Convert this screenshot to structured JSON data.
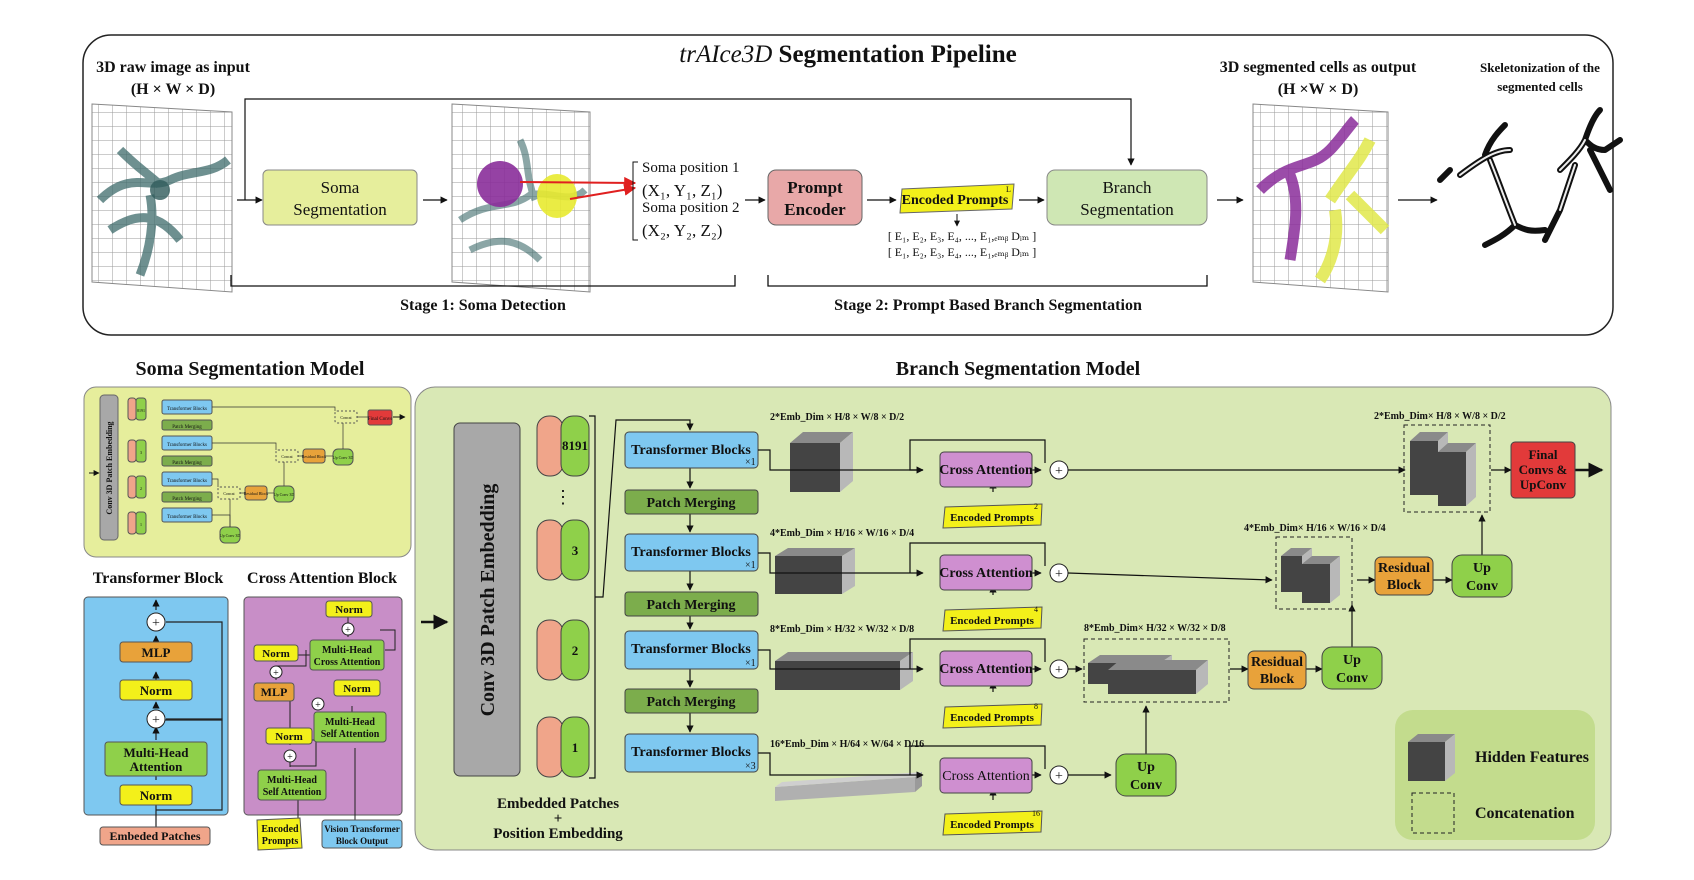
{
  "pipeline": {
    "title_italic": "trAIce3D",
    "title_rest": " Segmentation Pipeline",
    "input_label_1": "3D raw image as input",
    "input_label_2": "(H × W × D)",
    "output_label_1": "3D segmented cells as output",
    "output_label_2": "(H ×W × D)",
    "skeleton_label_1": "Skeletonization of the",
    "skeleton_label_2": "segmented cells",
    "soma_seg_1": "Soma",
    "soma_seg_2": "Segmentation",
    "soma_pos_1": "Soma position 1",
    "soma_pos_1_coords": "(X₁, Y₁, Z₁)",
    "soma_pos_2": "Soma position 2",
    "soma_pos_2_coords": "(X₂, Y₂, Z₂)",
    "prompt_encoder_1": "Prompt",
    "prompt_encoder_2": "Encoder",
    "encoded_prompts": "Encoded Prompts",
    "encoded_prompts_sup": "L",
    "embedding_row_1": "[ E₁, E₂, E₃, E₄, ..., E₁,ₑₘᵦ Dᵢₘ ]",
    "embedding_row_2": "[ E₁, E₂, E₃, E₄, ..., E₁,ₑₘᵦ Dᵢₘ ]",
    "branch_seg_1": "Branch",
    "branch_seg_2": "Segmentation",
    "stage1": "Stage 1: Soma Detection",
    "stage2": "Stage 2: Prompt Based Branch Segmentation"
  },
  "soma_model": {
    "title": "Soma Segmentation Model",
    "patch_embedding": "Conv 3D Patch Embedding",
    "transformer_blocks": "Transformer Blocks",
    "patch_merging": "Patch Merging",
    "concat": "Concat",
    "residual": "Residual Block",
    "upconv": "Up Conv 3D",
    "final": "Final Convs",
    "tokens": [
      "8191",
      "3",
      "2",
      "1"
    ]
  },
  "transformer_block": {
    "title": "Transformer Block",
    "mlp": "MLP",
    "norm_top": "Norm",
    "mha_1": "Multi-Head",
    "mha_2": "Attention",
    "norm_bottom": "Norm",
    "input": "Embeded Patches"
  },
  "cross_attention_block": {
    "title": "Cross Attention Block",
    "norm_top": "Norm",
    "mhca_1": "Multi-Head",
    "mhca_2": "Cross Attention",
    "norm_left": "Norm",
    "mlp": "MLP",
    "norm_mid": "Norm",
    "mhsa_1": "Multi-Head",
    "mhsa_2": "Self Attention",
    "norm_low": "Norm",
    "mhsa2_1": "Multi-Head",
    "mhsa2_2": "Self Attention",
    "input_left_1": "Encoded",
    "input_left_2": "Prompts",
    "input_right_1": "Vision Transformer",
    "input_right_2": "Block Output"
  },
  "branch_model": {
    "title": "Branch Segmentation Model",
    "patch_embedding": "Conv 3D Patch Embedding",
    "tokens": [
      "8191",
      "3",
      "2",
      "1"
    ],
    "ellipsis": "⋮",
    "embedded_1": "Embedded Patches",
    "embedded_plus": "+",
    "embedded_2": "Position Embedding",
    "transformer_blocks": "Transformer Blocks",
    "tb_mult": [
      "×1",
      "×1",
      "×1",
      "×3"
    ],
    "patch_merging": "Patch Merging",
    "cross_attention": "Cross Attention",
    "encoded_prompts": "Encoded Prompts",
    "ep_sup": [
      "2",
      "4",
      "8",
      "16"
    ],
    "dims": [
      "2*Emb_Dim × H/8 × W/8 × D/2",
      "4*Emb_Dim × H/16 × W/16 × D/4",
      "8*Emb_Dim × H/32 × W/32 × D/8",
      "16*Emb_Dim × H/64 × W/64 × D/16"
    ],
    "concat_dims": [
      "2*Emb_Dim× H/8 × W/8 × D/2",
      "4*Emb_Dim× H/16 × W/16 × D/4",
      "8*Emb_Dim× H/32 × W/32 × D/8"
    ],
    "residual_1": "Residual",
    "residual_2": "Block",
    "upconv_1": "Up",
    "upconv_2": "Conv",
    "final_1": "Final",
    "final_2": "Convs &",
    "final_3": "UpConv",
    "legend_hidden": "Hidden Features",
    "legend_concat": "Concatenation"
  },
  "colors": {
    "soma_box": "#e6ee9c",
    "prompt_encoder": "#e8a8a8",
    "encoded_prompts": "#f3f01a",
    "branch_box": "#cfe7b4",
    "panel_green": "#d9e8b5",
    "transformer_blue": "#7ec8f0",
    "patch_merging": "#7cad4c",
    "cross_attention": "#cf8fd0",
    "residual": "#e8a23a",
    "upconv": "#8fd04a",
    "final": "#e23a3a",
    "token_pink": "#f0a58a",
    "token_green": "#8fd04a",
    "cab_bg": "#c88ec7",
    "tb_bg": "#7ec8f0"
  }
}
